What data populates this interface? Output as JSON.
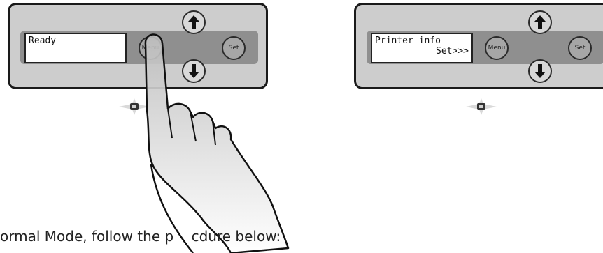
{
  "panel_left": {
    "lcd_line1": "Ready",
    "menu_label": "Menu",
    "set_label": "Set"
  },
  "panel_right": {
    "lcd_line1": "Printer info",
    "lcd_line2": "Set>>>",
    "menu_label": "Menu",
    "set_label": "Set"
  },
  "caption": "ormal Mode, follow the p    cdure below:",
  "icons": {
    "up": "arrow-up-icon",
    "down": "arrow-down-icon",
    "led": "led-blink-icon",
    "hand": "pointing-hand-icon"
  }
}
